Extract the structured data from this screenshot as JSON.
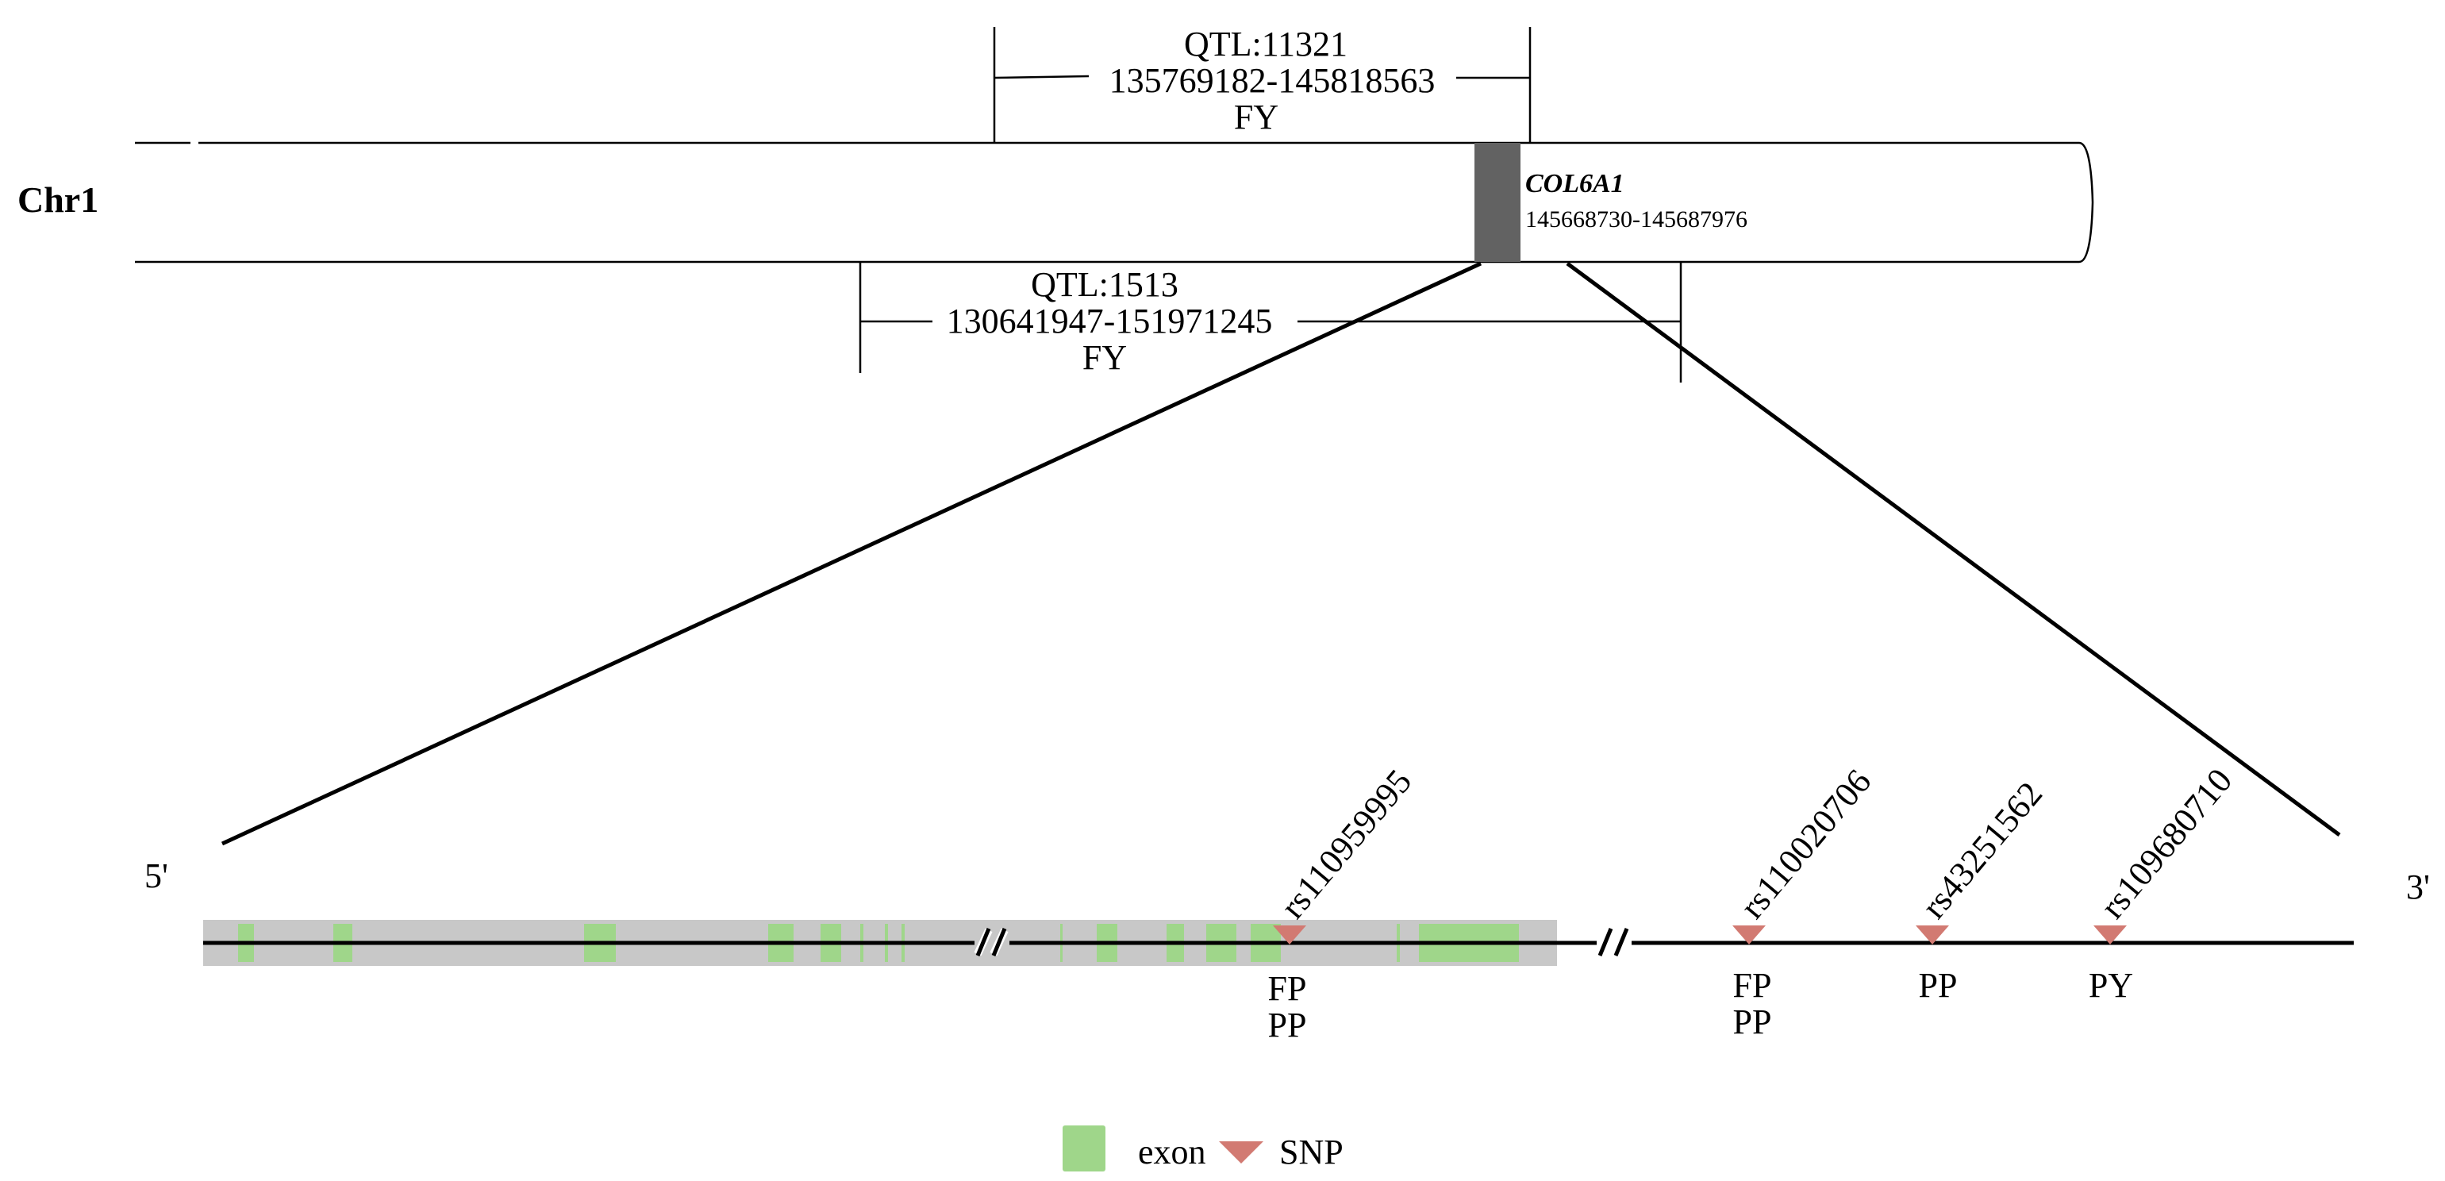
{
  "chromosome": {
    "name": "Chr1"
  },
  "gene": {
    "name": "COL6A1",
    "range": "145668730-145687976"
  },
  "qtls": [
    {
      "id": "QTL:11321",
      "range": "135769182-145818563",
      "trait": "FY"
    },
    {
      "id": "QTL:1513",
      "range": "130641947-151971245",
      "trait": "FY"
    }
  ],
  "strand": {
    "five_prime": "5'",
    "three_prime": "3'"
  },
  "snps": [
    {
      "id": "rs110959995",
      "traits": [
        "FP",
        "PP"
      ]
    },
    {
      "id": "rs110020706",
      "traits": [
        "FP",
        "PP"
      ]
    },
    {
      "id": "rs43251562",
      "traits": [
        "PP"
      ]
    },
    {
      "id": "rs109680710",
      "traits": [
        "PY"
      ]
    }
  ],
  "legend": {
    "exon_label": "exon",
    "snp_label": "SNP"
  },
  "colors": {
    "exon": "#9fd68a",
    "snp": "#d27a72",
    "gene_block": "#626262",
    "gene_region": "#c8c8c8"
  }
}
